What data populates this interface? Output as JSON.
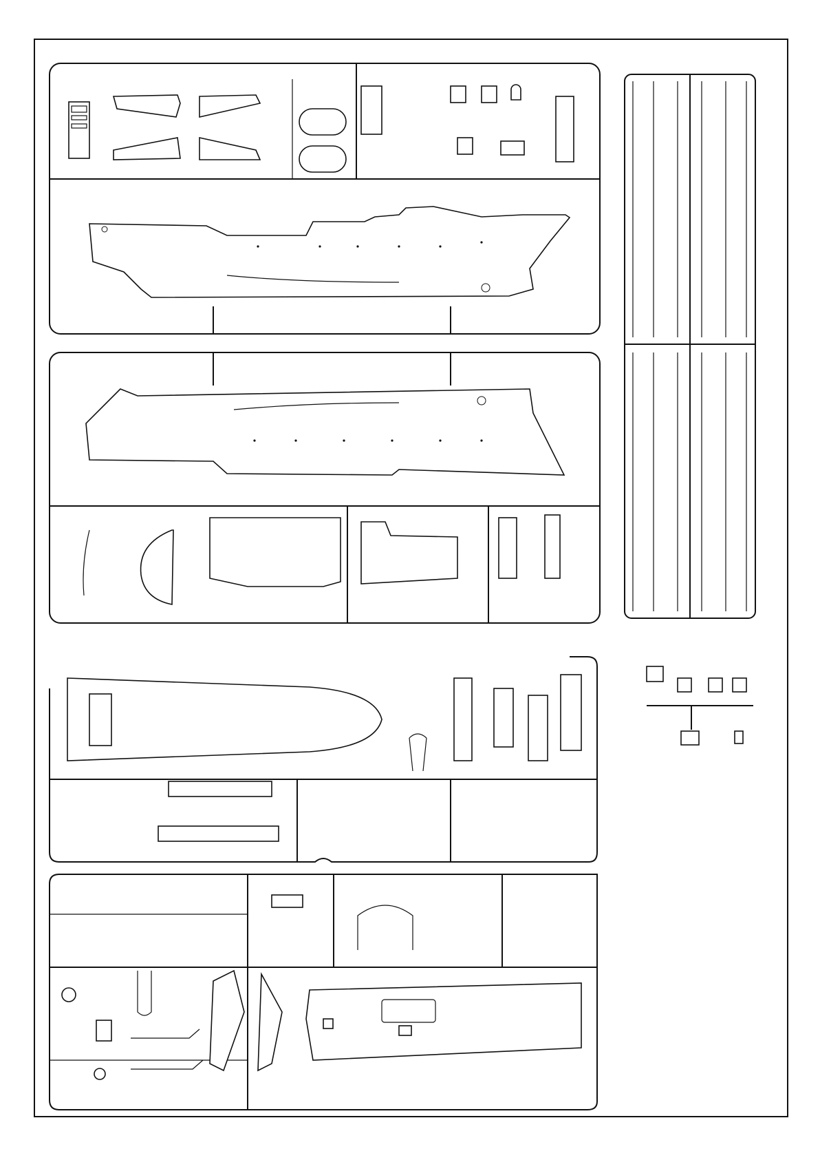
{
  "sheet": {
    "footer_text": "",
    "sprues": [
      {
        "id": "A",
        "label": ""
      },
      {
        "id": "B",
        "label": ""
      },
      {
        "id": "C",
        "label": ""
      },
      {
        "id": "D",
        "label": ""
      },
      {
        "id": "E",
        "label": ""
      },
      {
        "id": "F",
        "label": ""
      }
    ],
    "ink_color": "#111111",
    "paper_color": "#ffffff"
  }
}
